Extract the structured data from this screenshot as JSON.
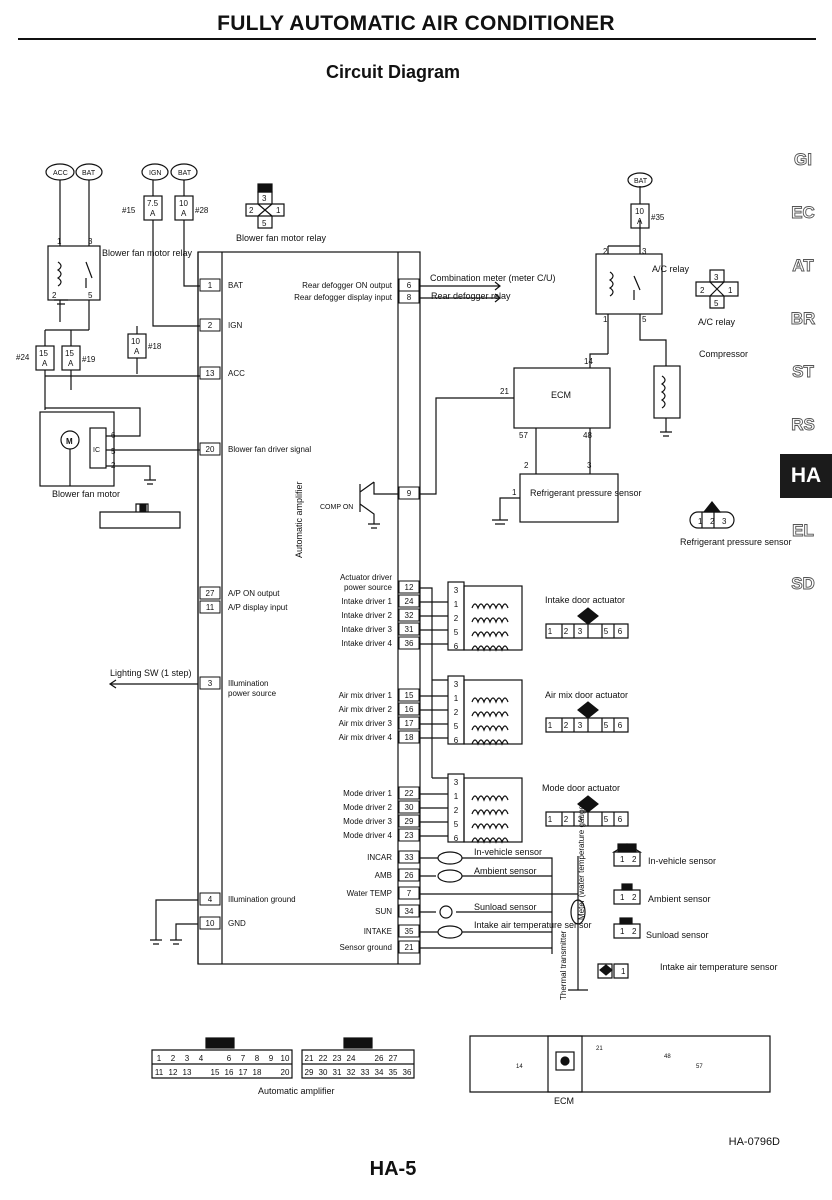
{
  "header": {
    "title": "FULLY AUTOMATIC AIR CONDITIONER",
    "subtitle": "Circuit Diagram"
  },
  "side_tabs": [
    {
      "label": "GI",
      "active": false
    },
    {
      "label": "EC",
      "active": false
    },
    {
      "label": "AT",
      "active": false
    },
    {
      "label": "BR",
      "active": false
    },
    {
      "label": "ST",
      "active": false
    },
    {
      "label": "RS",
      "active": false
    },
    {
      "label": "HA",
      "active": true
    },
    {
      "label": "EL",
      "active": false
    },
    {
      "label": "SD",
      "active": false
    }
  ],
  "power": {
    "acc": "ACC",
    "bat": "BAT",
    "ign": "IGN",
    "bat2": "BAT",
    "bat3": "BAT"
  },
  "fuses": {
    "f15": {
      "amp": "7.5",
      "unit": "A",
      "num": "#15"
    },
    "f28": {
      "amp": "10",
      "unit": "A",
      "num": "#28"
    },
    "f35": {
      "amp": "10",
      "unit": "A",
      "num": "#35"
    },
    "f24": {
      "amp": "15",
      "unit": "A",
      "num": "#24"
    },
    "f19": {
      "amp": "15",
      "unit": "A",
      "num": "#19"
    },
    "f18": {
      "amp": "10",
      "unit": "A",
      "num": "#18"
    }
  },
  "components": {
    "blower_relay": "Blower fan motor relay",
    "blower_relay_connector": "Blower fan motor relay",
    "blower_motor": "Blower fan motor",
    "blower_motor_m": "M",
    "ac_relay": "A/C relay",
    "ac_relay_connector": "A/C relay",
    "compressor": "Compressor",
    "compressor_v": "Compressor",
    "ecm": "ECM",
    "refrig_sensor": "Refrigerant pressure sensor",
    "refrig_sensor_conn": "Refrigerant pressure sensor",
    "auto_amp": "Automatic amplifier",
    "comp_on": "COMP ON",
    "intake_actuator": "Intake door actuator",
    "airmix_actuator": "Air mix door actuator",
    "mode_actuator": "Mode door actuator",
    "in_vehicle_sensor": "In-vehicle sensor",
    "ambient_sensor": "Ambient sensor",
    "sunload_sensor": "Sunload sensor",
    "intake_air_sensor": "Intake air temperature sensor",
    "in_vehicle_sensor_c": "In-vehicle sensor",
    "ambient_sensor_c": "Ambient sensor",
    "sunload_sensor_c": "Sunload sensor",
    "intake_air_sensor_c": "Intake air temperature sensor",
    "meter": "Meter (water temperature gauge)",
    "thermal_tx": "Thermal transmitter",
    "combination_meter": "Combination meter (meter C/U)",
    "rear_defogger_relay": "Rear defogger relay",
    "lighting_sw": "Lighting SW (1 step)",
    "amp_connector": "Automatic amplifier",
    "ecm_connector": "ECM"
  },
  "amp_left_pins": [
    {
      "pin": "1",
      "label": "BAT"
    },
    {
      "pin": "2",
      "label": "IGN"
    },
    {
      "pin": "13",
      "label": "ACC"
    },
    {
      "pin": "20",
      "label": "Blower fan driver signal"
    },
    {
      "pin": "27",
      "label": "A/P ON output"
    },
    {
      "pin": "11",
      "label": "A/P display input"
    },
    {
      "pin": "3",
      "label": "Illumination power source"
    },
    {
      "pin": "4",
      "label": "Illumination ground"
    },
    {
      "pin": "10",
      "label": "GND"
    }
  ],
  "amp_right_pins": [
    {
      "pin": "6",
      "label": "Rear defogger ON output"
    },
    {
      "pin": "8",
      "label": "Rear defogger display input"
    },
    {
      "pin": "9",
      "label": ""
    },
    {
      "pin": "12",
      "label": "Actuator driver power source"
    },
    {
      "pin": "24",
      "label": "Intake driver 1"
    },
    {
      "pin": "32",
      "label": "Intake driver 2"
    },
    {
      "pin": "31",
      "label": "Intake driver 3"
    },
    {
      "pin": "36",
      "label": "Intake driver 4"
    },
    {
      "pin": "15",
      "label": "Air mix driver 1"
    },
    {
      "pin": "16",
      "label": "Air mix driver 2"
    },
    {
      "pin": "17",
      "label": "Air mix driver 3"
    },
    {
      "pin": "18",
      "label": "Air mix driver 4"
    },
    {
      "pin": "22",
      "label": "Mode driver 1"
    },
    {
      "pin": "30",
      "label": "Mode driver 2"
    },
    {
      "pin": "29",
      "label": "Mode driver 3"
    },
    {
      "pin": "23",
      "label": "Mode driver 4"
    },
    {
      "pin": "33",
      "label": "INCAR"
    },
    {
      "pin": "26",
      "label": "AMB"
    },
    {
      "pin": "7",
      "label": "Water TEMP"
    },
    {
      "pin": "34",
      "label": "SUN"
    },
    {
      "pin": "35",
      "label": "INTAKE"
    },
    {
      "pin": "21",
      "label": "Sensor ground"
    }
  ],
  "actuator_pins": [
    "3",
    "1",
    "2",
    "5",
    "6"
  ],
  "actuator_conn": [
    "1",
    "2",
    "3",
    "5",
    "6"
  ],
  "ecm_pins": {
    "p14": "14",
    "p21": "21",
    "p57": "57",
    "p48": "48"
  },
  "relay_pins": {
    "r1": "1",
    "r2": "2",
    "r3": "3",
    "r5": "5"
  },
  "sensor_pins": {
    "p1": "1",
    "p2": "2",
    "p3": "3"
  },
  "blower_motor_pins": {
    "p6": "6",
    "p5": "5",
    "p2": "2",
    "ic": "IC"
  },
  "amp_connector_rows": {
    "left_top": [
      "1",
      "2",
      "3",
      "4",
      "",
      "6",
      "7",
      "8",
      "9",
      "10"
    ],
    "left_bottom": [
      "11",
      "12",
      "13",
      "",
      "15",
      "16",
      "17",
      "18",
      "",
      "20"
    ],
    "right_top": [
      "21",
      "22",
      "23",
      "24",
      "",
      "26",
      "27"
    ],
    "right_bottom": [
      "29",
      "30",
      "31",
      "32",
      "33",
      "34",
      "35",
      "36"
    ]
  },
  "ecm_conn_pins": {
    "a": "21",
    "b": "14",
    "c": "48",
    "d": "57"
  },
  "footer": {
    "ref": "HA-0796D",
    "page": "HA-5"
  }
}
